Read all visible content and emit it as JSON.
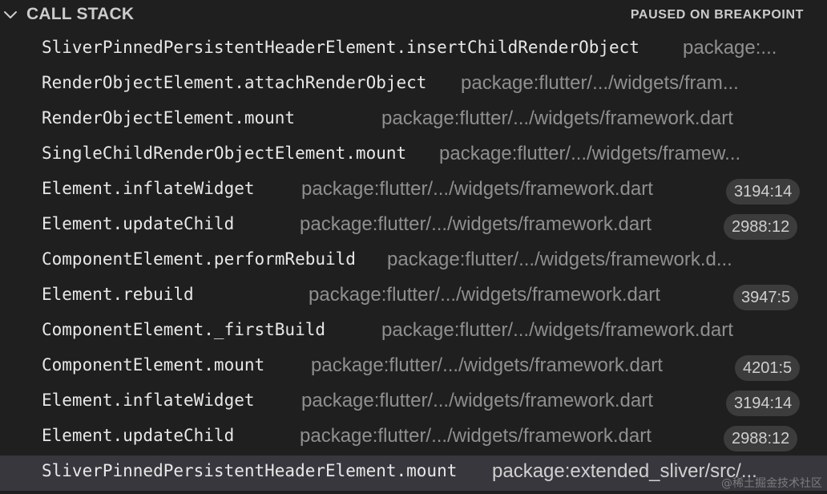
{
  "panel": {
    "title": "CALL STACK",
    "status": "PAUSED ON BREAKPOINT",
    "expanded_icon": "chevron-down-icon"
  },
  "frames": [
    {
      "function": "SliverPinnedPersistentHeaderElement.insertChildRenderObject",
      "source": "package:...",
      "position": ""
    },
    {
      "function": "RenderObjectElement.attachRenderObject",
      "source": "package:flutter/.../widgets/fram...",
      "position": ""
    },
    {
      "function": "RenderObjectElement.mount",
      "source": "package:flutter/.../widgets/framework.dart",
      "position": ""
    },
    {
      "function": "SingleChildRenderObjectElement.mount",
      "source": "package:flutter/.../widgets/framew...",
      "position": ""
    },
    {
      "function": "Element.inflateWidget",
      "source": "package:flutter/.../widgets/framework.dart",
      "position": "3194:14"
    },
    {
      "function": "Element.updateChild",
      "source": "package:flutter/.../widgets/framework.dart",
      "position": "2988:12"
    },
    {
      "function": "ComponentElement.performRebuild",
      "source": "package:flutter/.../widgets/framework.d...",
      "position": ""
    },
    {
      "function": "Element.rebuild",
      "source": "package:flutter/.../widgets/framework.dart",
      "position": "3947:5"
    },
    {
      "function": "ComponentElement._firstBuild",
      "source": "package:flutter/.../widgets/framework.dart",
      "position": ""
    },
    {
      "function": "ComponentElement.mount",
      "source": "package:flutter/.../widgets/framework.dart",
      "position": "4201:5"
    },
    {
      "function": "Element.inflateWidget",
      "source": "package:flutter/.../widgets/framework.dart",
      "position": "3194:14"
    },
    {
      "function": "Element.updateChild",
      "source": "package:flutter/.../widgets/framework.dart",
      "position": "2988:12"
    },
    {
      "function": "SliverPinnedPersistentHeaderElement.mount",
      "source": "package:extended_sliver/src/...",
      "position": ""
    }
  ],
  "selected_index": 12,
  "watermark": "@稀土掘金技术社区",
  "colors": {
    "background": "#1f1f1f",
    "selected_row": "#37373d",
    "function_text": "#e8e8e8",
    "source_text": "#8f8f8f",
    "badge_bg": "#3c3c3c"
  }
}
